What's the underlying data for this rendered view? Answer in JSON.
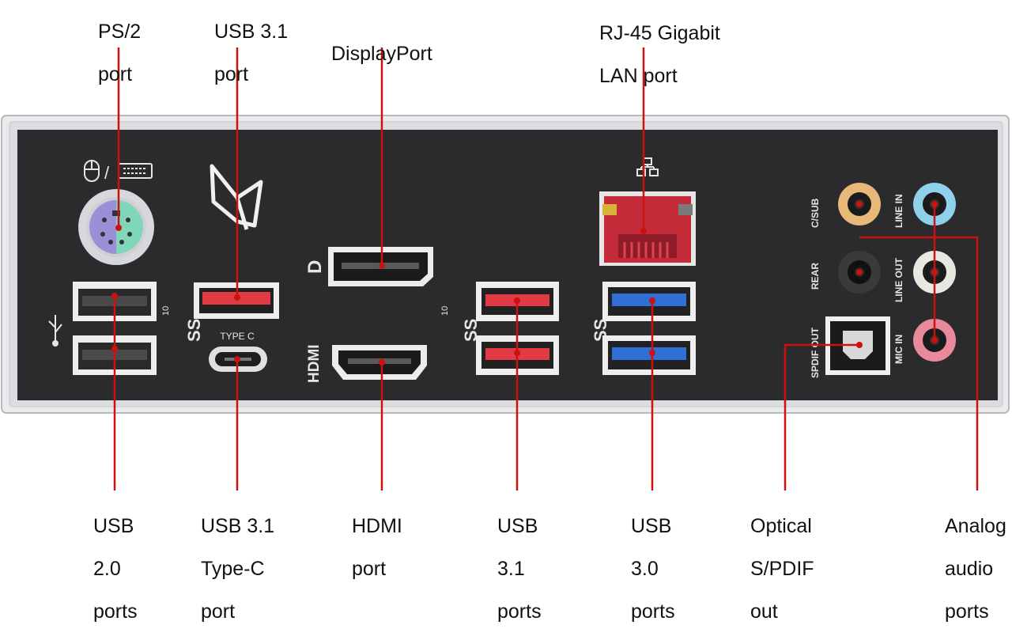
{
  "callouts": {
    "ps2": [
      "PS/2",
      "port"
    ],
    "usb31_top": [
      "USB 3.1",
      "port"
    ],
    "displayport": [
      "DisplayPort"
    ],
    "lan": [
      "RJ-45 Gigabit",
      "LAN port"
    ],
    "usb20": [
      "USB",
      "2.0",
      "ports"
    ],
    "usb31c": [
      "USB 3.1",
      "Type-C",
      "port"
    ],
    "hdmi": [
      "HDMI",
      "port"
    ],
    "usb31_bottom": [
      "USB",
      "3.1",
      "ports"
    ],
    "usb30": [
      "USB",
      "3.0",
      "ports"
    ],
    "spdif": [
      "Optical",
      "S/PDIF",
      "out"
    ],
    "analog": [
      "Analog",
      "audio",
      "ports"
    ]
  },
  "panel_text": {
    "type_c": "TYPE C",
    "hdmi": "HDMI",
    "csub": "C/SUB",
    "rear": "REAR",
    "spdif_out": "SPDIF OUT",
    "line_in": "LINE IN",
    "line_out": "LINE OUT",
    "mic_in": "MIC IN",
    "ss_10a": "10",
    "ss_10b": "10"
  },
  "colors": {
    "panel": "#2b2b2e",
    "callout_line": "#cc1111",
    "usb30_blue": "#2f6fd6",
    "usb31_red": "#e23b46",
    "ps2_purple": "#9b8fd8",
    "ps2_green": "#7fd6b8",
    "audio_orange": "#e8b878",
    "audio_blue": "#8fd0ea",
    "audio_white": "#e8e8e0",
    "audio_pink": "#e88a9c"
  }
}
